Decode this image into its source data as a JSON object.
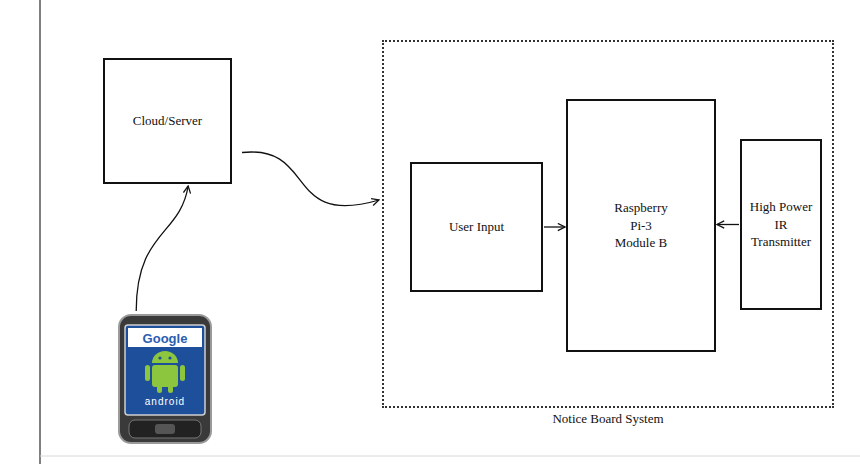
{
  "diagram": {
    "nodes": [
      {
        "text": [
          "Cloud/Server"
        ]
      },
      {
        "text": [
          "Google",
          "android"
        ]
      },
      {
        "text": [
          "Notice Board System"
        ]
      },
      {
        "text": [
          "User Input"
        ],
        "in": 2
      },
      {
        "text": [
          "Raspberry Pi-3 Module B"
        ],
        "in": 2
      },
      {
        "text": [
          "High Power IR Transmitter"
        ],
        "in": 2
      }
    ],
    "edges": [
      {
        "from": 1,
        "to": 0,
        "arrow": "to"
      },
      {
        "from": 0,
        "to": 2,
        "arrow": "to"
      },
      {
        "from": 3,
        "to": 4,
        "arrow": "to"
      },
      {
        "from": 5,
        "to": 4,
        "arrow": "to"
      }
    ]
  }
}
